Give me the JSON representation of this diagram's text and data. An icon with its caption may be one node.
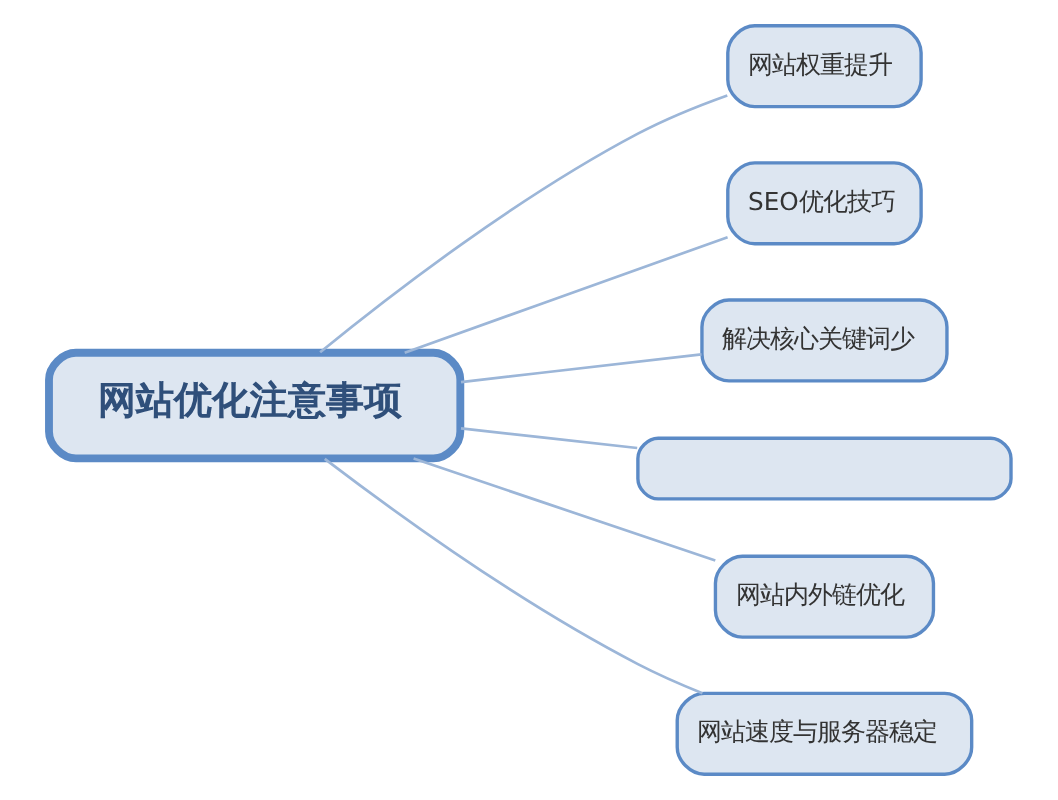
{
  "diagram": {
    "nodes": [
      {
        "text": [
          "网站优化注意事项"
        ]
      },
      {
        "text": [
          "网站权重提升"
        ]
      },
      {
        "text": [
          "SEO优化技巧"
        ]
      },
      {
        "text": [
          "解决核心关键词少"
        ]
      },
      {
        "text": [],
        "shape": "box"
      },
      {
        "text": [
          "网站内外链优化"
        ]
      },
      {
        "text": [
          "网站速度与服务器稳定"
        ]
      }
    ],
    "edges": [
      {
        "from": 0,
        "to": 1,
        "arrow": "none"
      },
      {
        "from": 0,
        "to": 2,
        "arrow": "none"
      },
      {
        "from": 0,
        "to": 3,
        "arrow": "none"
      },
      {
        "from": 0,
        "to": 4,
        "arrow": "none"
      },
      {
        "from": 0,
        "to": 5,
        "arrow": "none"
      },
      {
        "from": 0,
        "to": 6,
        "arrow": "none"
      }
    ]
  }
}
